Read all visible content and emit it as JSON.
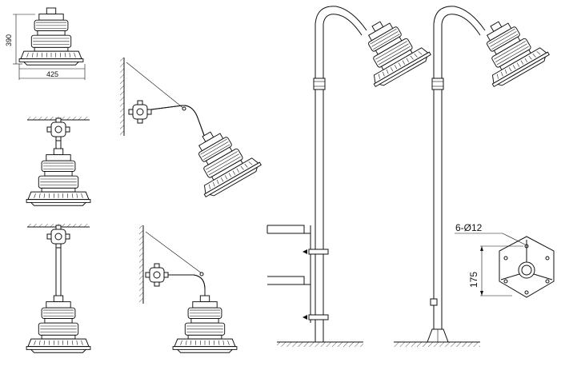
{
  "dimensions": {
    "height_label": "390",
    "width_label": "425",
    "hole_spec": "6-Ø12",
    "pcd_label": "175"
  },
  "views": [
    "ceiling-mount-short",
    "ceiling-mount-pendant-long",
    "wall-mount-bracket-upper",
    "wall-mount-bracket-lower",
    "pole-mount-wall-clamped",
    "pole-mount-freestanding",
    "base-flange-plan"
  ]
}
